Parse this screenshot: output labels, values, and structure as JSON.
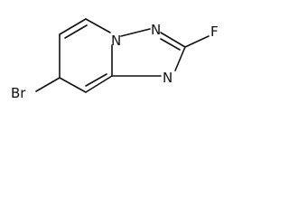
{
  "molecule": {
    "atoms": {
      "n1": "N",
      "n2": "N",
      "n3": "N",
      "f": "F",
      "br": "Br"
    }
  }
}
